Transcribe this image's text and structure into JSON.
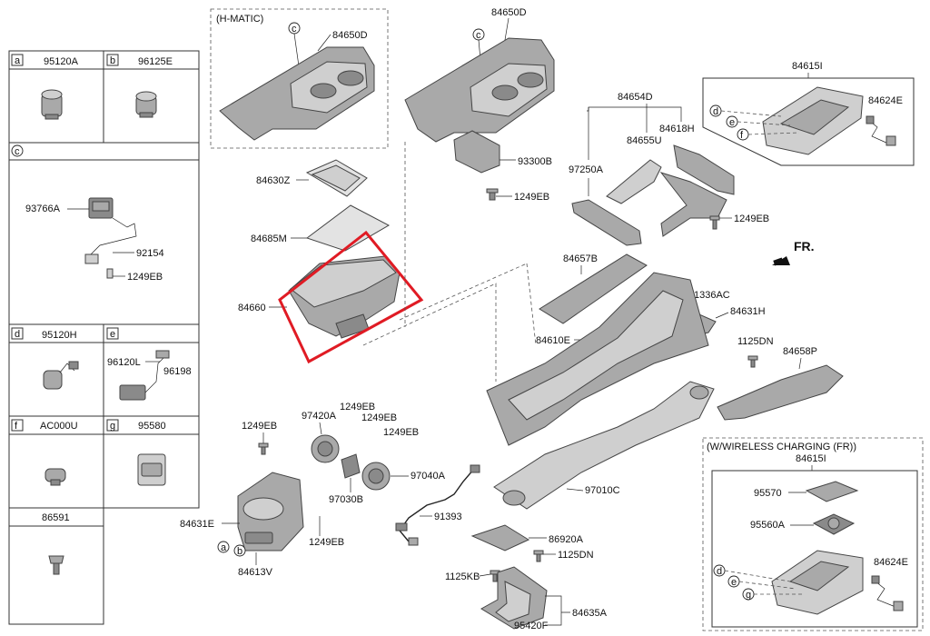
{
  "legend": {
    "a": {
      "letter": "a",
      "part": "95120A"
    },
    "b": {
      "letter": "b",
      "part": "96125E"
    },
    "c": {
      "letter": "c",
      "parts": [
        "93766A",
        "92154",
        "1249EB"
      ]
    },
    "d": {
      "letter": "d",
      "part": "95120H"
    },
    "e": {
      "letter": "e",
      "parts": [
        "96120L",
        "96198"
      ]
    },
    "f": {
      "letter": "f",
      "part": "AC000U"
    },
    "g": {
      "letter": "g",
      "part": "95580"
    },
    "h": {
      "part": "86591"
    }
  },
  "hmatic": {
    "title": "(H-MATIC)",
    "part": "84650D",
    "circle": "c"
  },
  "wireless": {
    "title": "(W/WIRELESS CHARGING (FR))",
    "parts": [
      "84615I",
      "95570",
      "95560A",
      "84624E"
    ],
    "circles": [
      "d",
      "e",
      "g"
    ]
  },
  "topright": {
    "parts": [
      "84615I",
      "84624E"
    ],
    "circles": [
      "d",
      "e",
      "f"
    ]
  },
  "labels": {
    "p84650D": "84650D",
    "circle_c": "c",
    "p93300B": "93300B",
    "p1249EB_a": "1249EB",
    "p84654D": "84654D",
    "p84618H": "84618H",
    "p84655U": "84655U",
    "p97250A": "97250A",
    "p1249EB_b": "1249EB",
    "fr": "FR.",
    "p84630Z": "84630Z",
    "p84685M": "84685M",
    "p84660": "84660",
    "p84657B": "84657B",
    "p1336AC": "1336AC",
    "p84631H": "84631H",
    "p84610E": "84610E",
    "p1125DN_a": "1125DN",
    "p84658P": "84658P",
    "p1249EB_c": "1249EB",
    "p97420A": "97420A",
    "p1249EB_d": "1249EB",
    "p1249EB_e": "1249EB",
    "p1249EB_f": "1249EB",
    "p97040A": "97040A",
    "p97030B": "97030B",
    "p97010C": "97010C",
    "p84631E": "84631E",
    "p1249EB_g": "1249EB",
    "p91393": "91393",
    "p84613V": "84613V",
    "circle_a": "a",
    "circle_b": "b",
    "p86920A": "86920A",
    "p1125DN_b": "1125DN",
    "p1125KB": "1125KB",
    "p84635A": "84635A",
    "p95420F": "95420F"
  }
}
